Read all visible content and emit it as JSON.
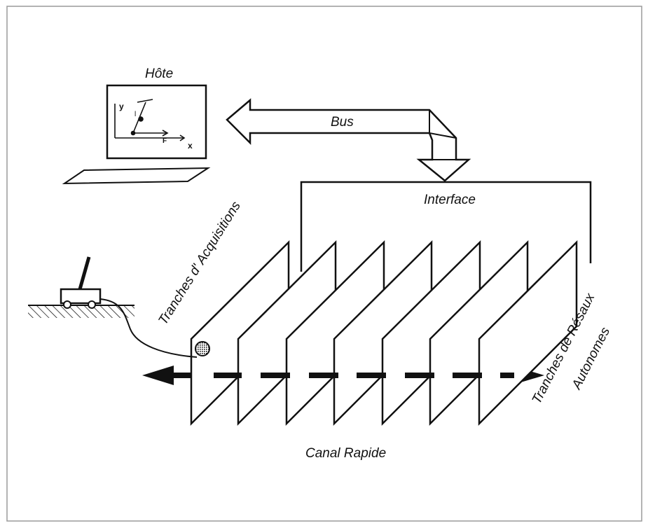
{
  "labels": {
    "host": "Hôte",
    "bus": "Bus",
    "interface": "Interface",
    "acquisition_slices": "Tranches d' Acquisitions",
    "network_slices_line1": "Tranches de Résaux",
    "network_slices_line2": "Autonomes",
    "fast_channel": "Canal Rapide"
  },
  "screen_plot": {
    "axis_y": "y",
    "axis_x": "x",
    "force_label": "F",
    "length_label": "l"
  },
  "colors": {
    "stroke": "#111111",
    "background": "#ffffff",
    "frame": "#9a9a9a"
  }
}
